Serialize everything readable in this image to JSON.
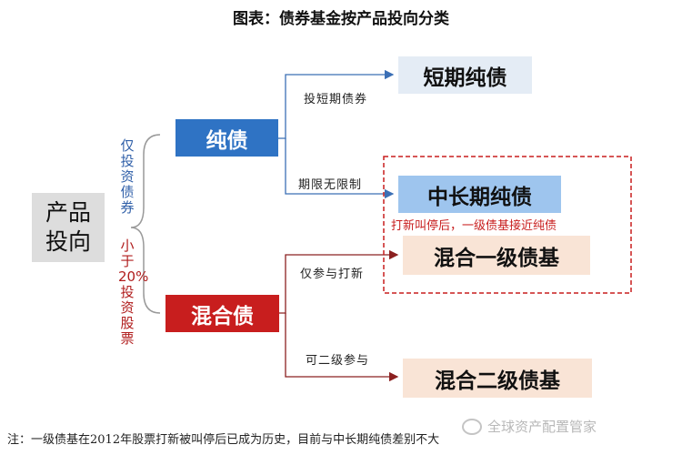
{
  "title": "图表：债券基金按产品投向分类",
  "root": {
    "line1": "产品",
    "line2": "投向"
  },
  "level1": {
    "pure": {
      "label": "纯债",
      "criterion": "仅投资债券"
    },
    "mixed": {
      "label": "混合债",
      "criterion": "小于20%投资股票"
    }
  },
  "branches": {
    "pure_short": "投短期债券",
    "pure_unlimited": "期限无限制",
    "mixed_ipo": "仅参与打新",
    "mixed_secondary": "可二级参与"
  },
  "level2": {
    "short_pure": "短期纯债",
    "midlong_pure": "中长期纯债",
    "mixed_tier1": "混合一级债基",
    "mixed_tier2": "混合二级债基"
  },
  "highlight_note": "打新叫停后，一级债基接近纯债",
  "footnote": "注：一级债基在2012年股票打新被叫停后已成为历史，目前与中长期纯债差别不大",
  "watermark": "全球资产配置管家",
  "colors": {
    "pure": "#2f73c4",
    "mixed": "#c81e1e",
    "root_bg": "#dddddd"
  }
}
